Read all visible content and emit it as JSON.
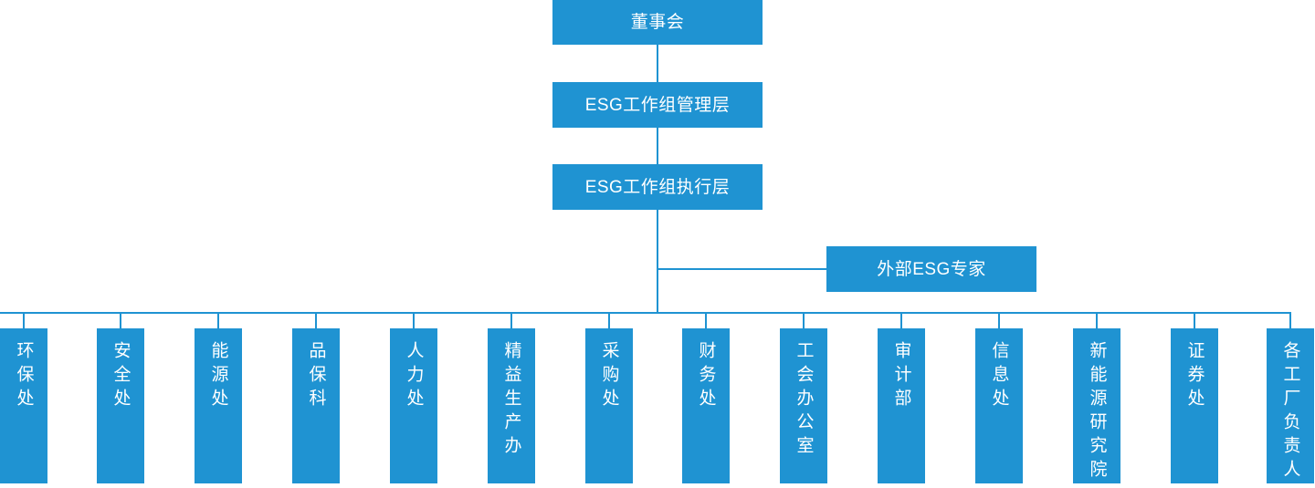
{
  "diagram": {
    "title_chain": [
      "董事会",
      "ESG工作组管理层",
      "ESG工作组执行层"
    ],
    "colors": {
      "box_fill": "#1f93d2",
      "connector": "#1f93d2",
      "text": "#ffffff",
      "background": "#ffffff"
    },
    "top_nodes": [
      {
        "label": "董事会",
        "level": 1
      },
      {
        "label": "ESG工作组管理层",
        "level": 2
      },
      {
        "label": "ESG工作组执行层",
        "level": 3
      }
    ],
    "advisor_node": {
      "label": "外部ESG专家"
    },
    "departments": [
      {
        "label": "环保处"
      },
      {
        "label": "安全处"
      },
      {
        "label": "能源处"
      },
      {
        "label": "品保科"
      },
      {
        "label": "人力处"
      },
      {
        "label": "精益生产办"
      },
      {
        "label": "采购处"
      },
      {
        "label": "财务处"
      },
      {
        "label": "工会办公室"
      },
      {
        "label": "审计部"
      },
      {
        "label": "信息处"
      },
      {
        "label": "新能源研究院"
      },
      {
        "label": "证券处"
      },
      {
        "label": "各工厂负责人"
      }
    ]
  }
}
